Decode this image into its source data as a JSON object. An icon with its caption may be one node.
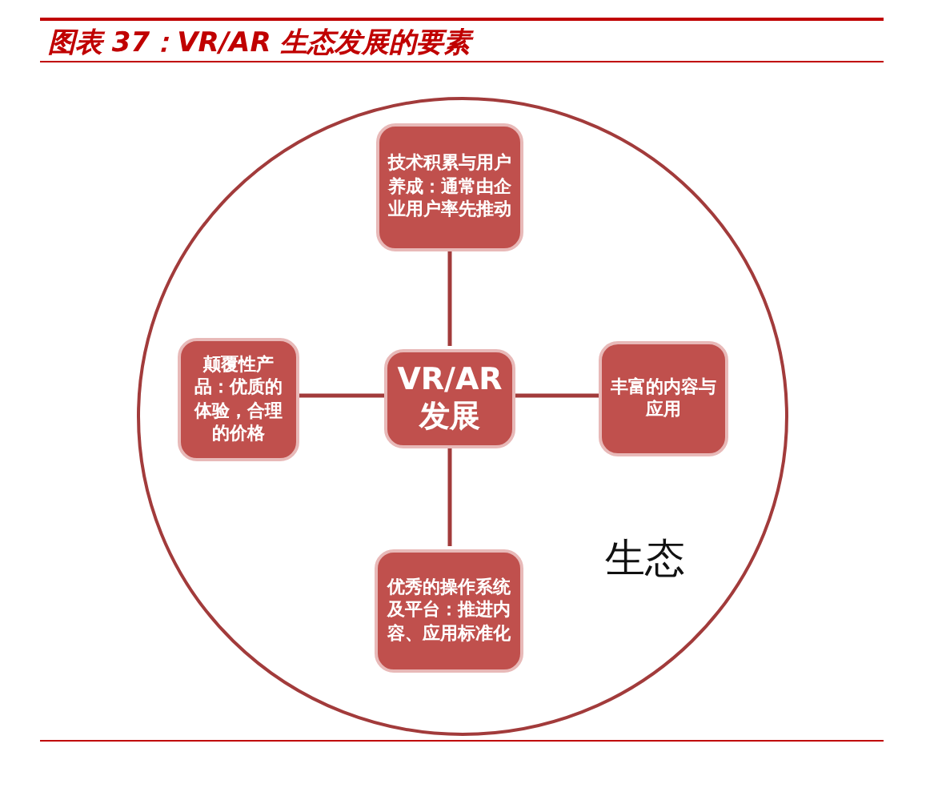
{
  "diagram": {
    "title": "图表 37：VR/AR 生态发展的要素",
    "nodes": [
      {
        "text": [
          "生态"
        ]
      },
      {
        "text": [
          "技术积累与用户养成：通常由企业用户率先推动"
        ],
        "in": 0
      },
      {
        "text": [
          "颠覆性产品：优质的体验，合理的价格"
        ],
        "in": 0
      },
      {
        "text": [
          "VR/AR 发展"
        ],
        "in": 0
      },
      {
        "text": [
          "丰富的内容与应用"
        ],
        "in": 0
      },
      {
        "text": [
          "优秀的操作系统及平台：推进内容、应用标准化"
        ],
        "in": 0
      }
    ],
    "edges": [
      {
        "from": 3,
        "to": 1,
        "arrow": "none"
      },
      {
        "from": 3,
        "to": 2,
        "arrow": "none"
      },
      {
        "from": 3,
        "to": 4,
        "arrow": "none"
      },
      {
        "from": 3,
        "to": 5,
        "arrow": "none"
      }
    ]
  }
}
